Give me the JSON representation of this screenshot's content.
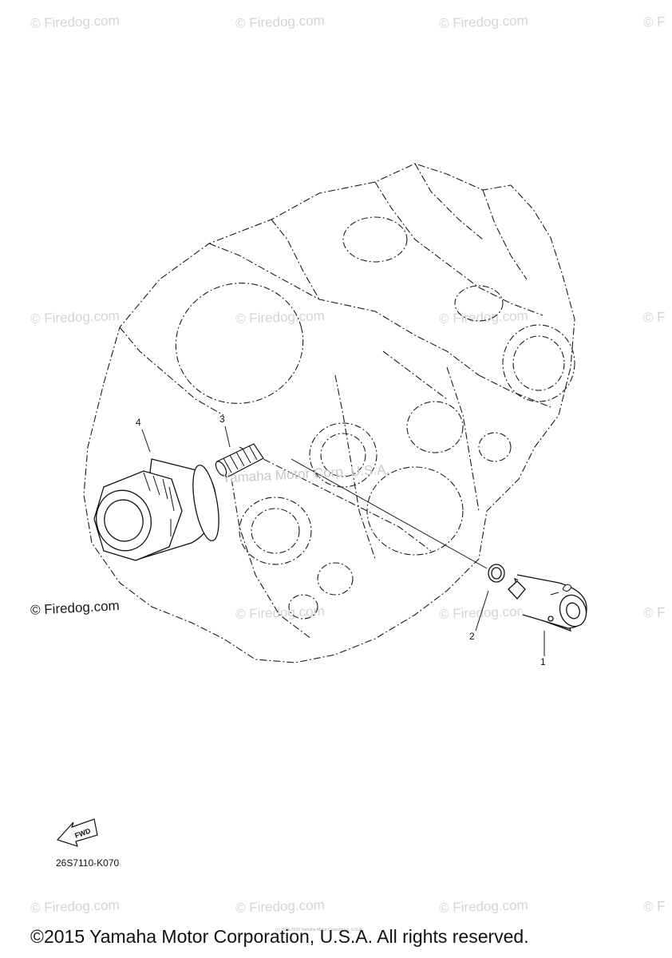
{
  "watermark": "© Firedog.com",
  "watermark_partial": "© F",
  "watermark_main": "© Firedog.com",
  "center_watermark": "Yamaha Motor Corp. U.S.A.",
  "callouts": {
    "c1": "1",
    "c2": "2",
    "c3": "3",
    "c4": "4"
  },
  "fwd_label": "FWD",
  "part_code": "26S7110-K070",
  "copyright": "©2015 Yamaha Motor Corporation, U.S.A. All rights reserved.",
  "tiny_text": "(c) 2005-2015 Yamaha Motor Corporation, U.S.A."
}
